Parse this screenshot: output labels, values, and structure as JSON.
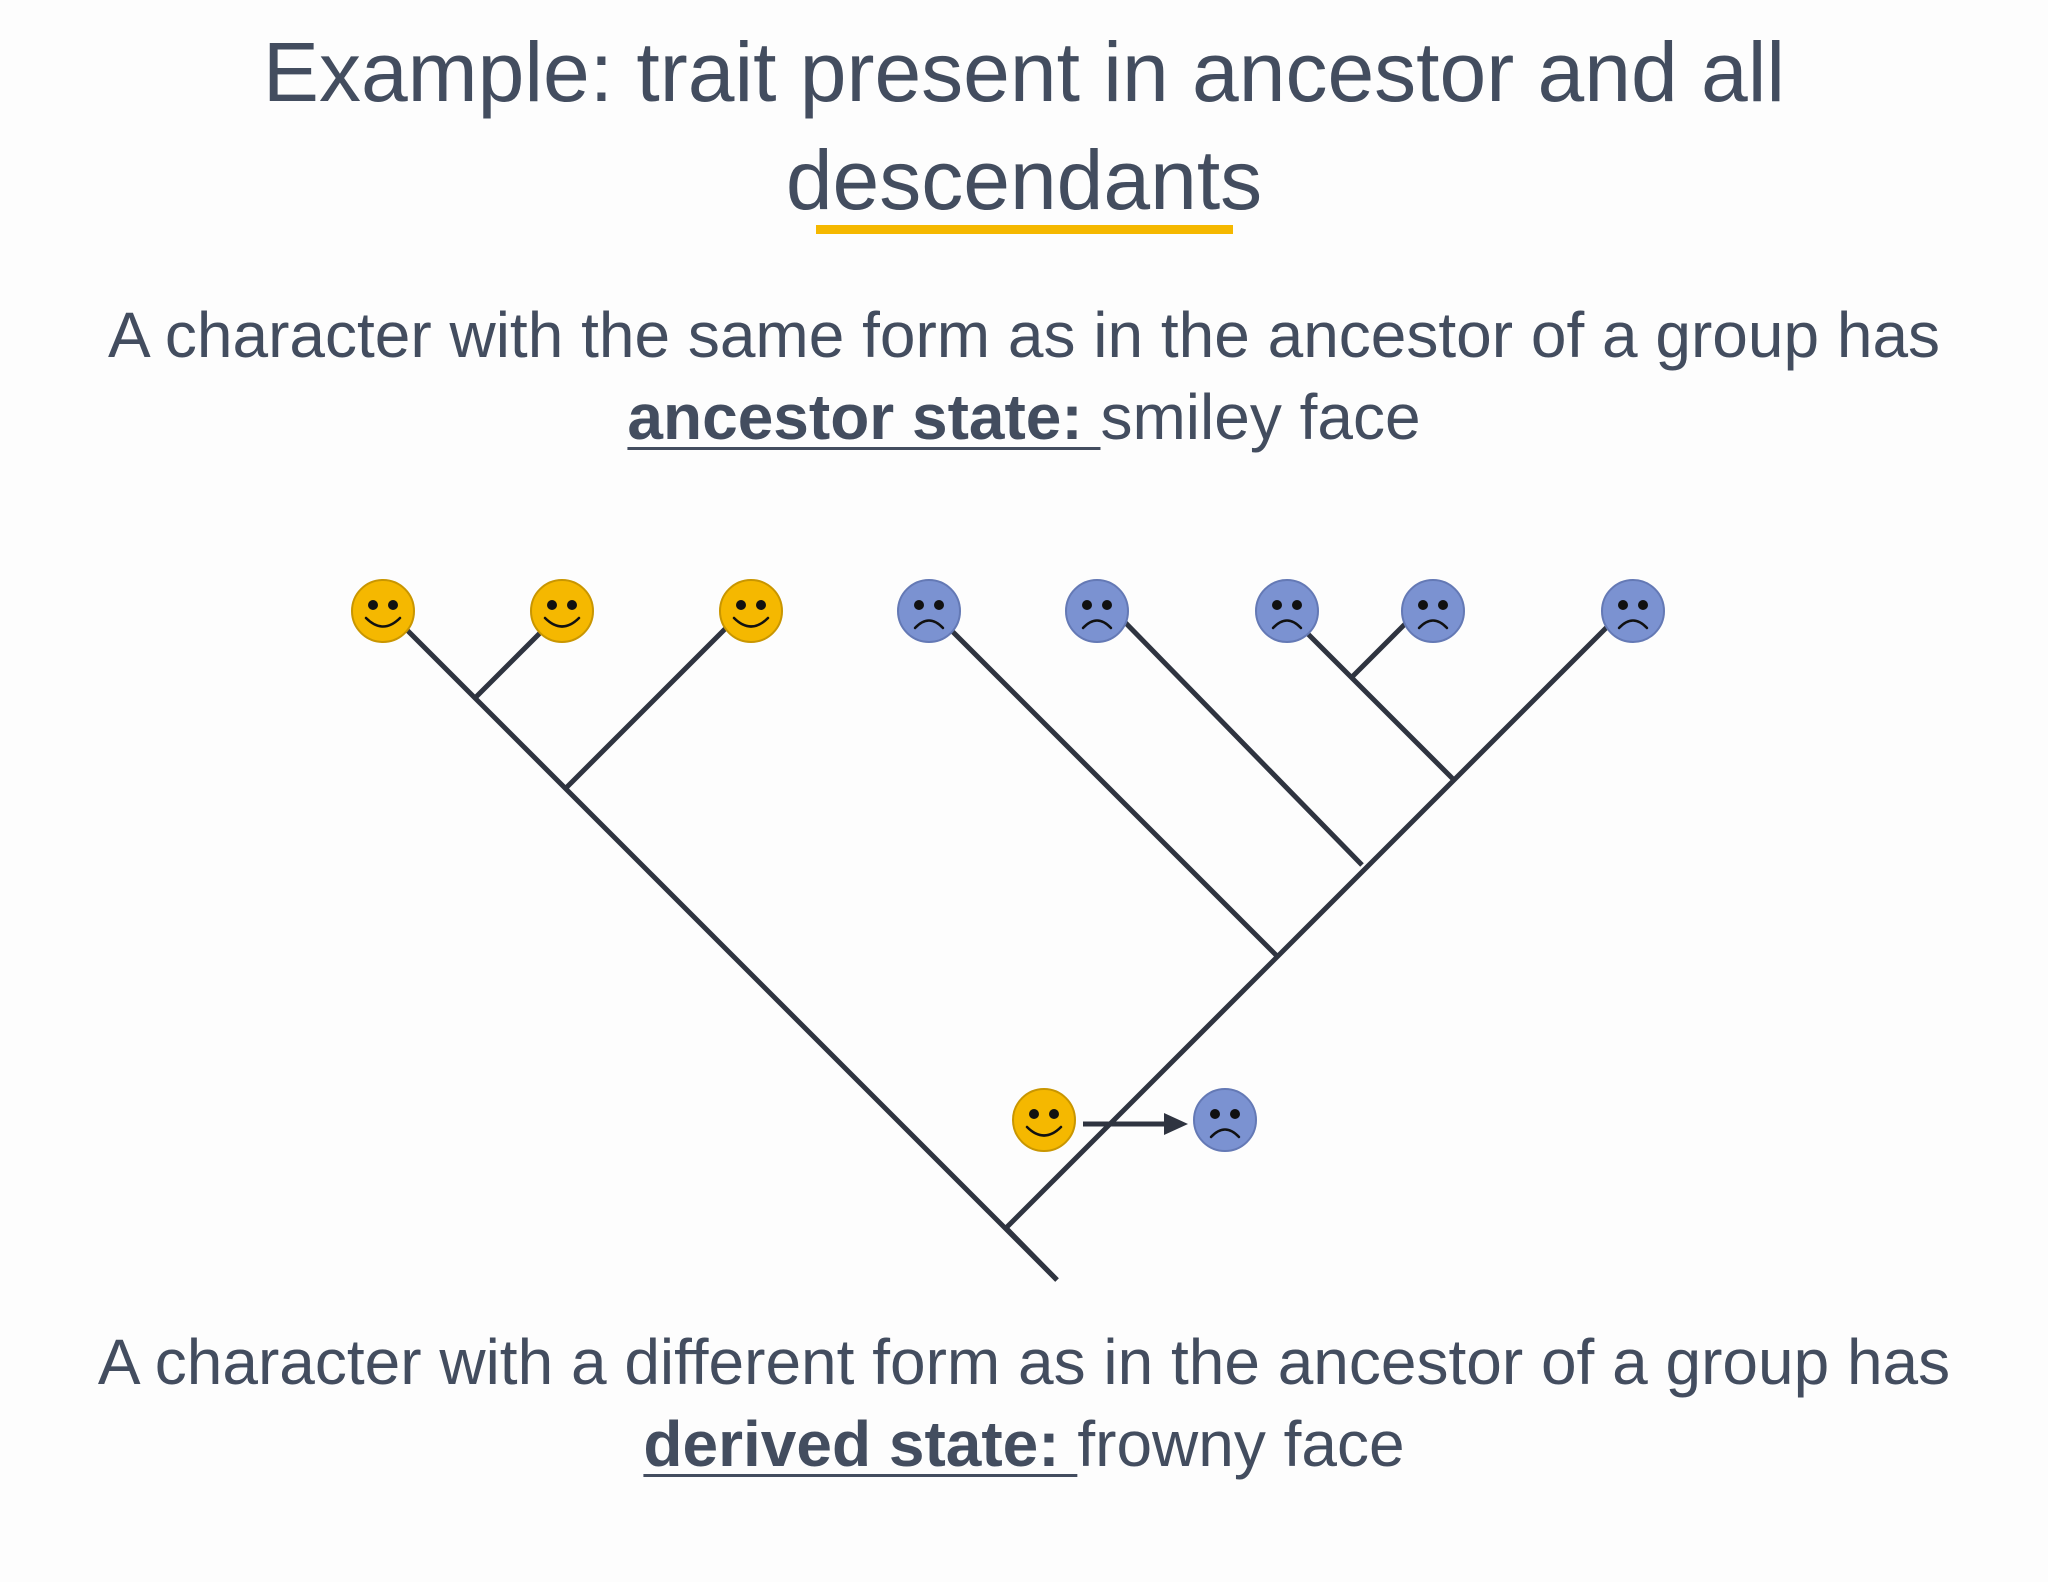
{
  "title": {
    "line1": "Example: trait present in ancestor and all",
    "line2": "descendants",
    "accent_color": "#f5b800"
  },
  "ancestor_text": {
    "line1": "A character with the same form as in the ancestor of a group has",
    "term": "ancestor state: ",
    "value": "smiley face"
  },
  "derived_text": {
    "line1": "A character with a different form as in the ancestor of a group has",
    "term": "derived state: ",
    "value": "frowny face"
  },
  "tree": {
    "line_color": "#2f3440",
    "smiley_color": "#f5b800",
    "frowny_color": "#7b92d1",
    "tips": [
      {
        "state": "smiley",
        "icon": "smiley-face-icon"
      },
      {
        "state": "smiley",
        "icon": "smiley-face-icon"
      },
      {
        "state": "smiley",
        "icon": "smiley-face-icon"
      },
      {
        "state": "frowny",
        "icon": "frowny-face-icon"
      },
      {
        "state": "frowny",
        "icon": "frowny-face-icon"
      },
      {
        "state": "frowny",
        "icon": "frowny-face-icon"
      },
      {
        "state": "frowny",
        "icon": "frowny-face-icon"
      },
      {
        "state": "frowny",
        "icon": "frowny-face-icon"
      }
    ],
    "transition": {
      "from": "smiley",
      "to": "frowny",
      "icon": "arrow-right-icon"
    }
  }
}
